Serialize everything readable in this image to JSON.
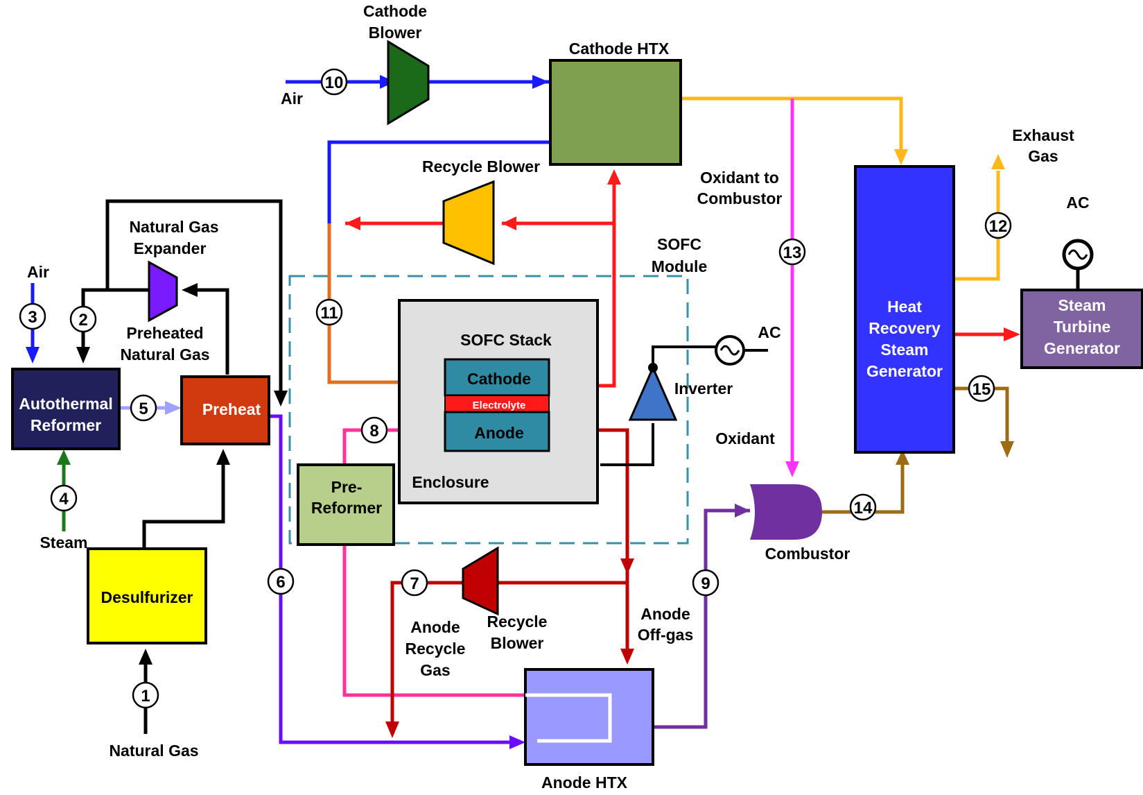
{
  "colors": {
    "blue": "#1a1aff",
    "red": "#ff1a1a",
    "orange": "#ffb81a",
    "magenta": "#ff33ff",
    "purple": "#6a0dff",
    "combustorPurple": "#7030a0",
    "brown": "#9c6b14",
    "darkRed": "#c00000",
    "pink": "#ff3399",
    "sofcOrange": "#e07020",
    "green": "#1a7a1a",
    "black": "#000000"
  },
  "labels": {
    "cathode_blower": [
      "Cathode",
      "Blower"
    ],
    "cathode_htx": "Cathode HTX",
    "air_top": "Air",
    "recycle_blower_top": "Recycle Blower",
    "oxidant_to_combustor": [
      "Oxidant to",
      "Combustor"
    ],
    "exhaust_gas": [
      "Exhaust",
      "Gas"
    ],
    "ac_top": "AC",
    "sofc_module": [
      "SOFC",
      "Module"
    ],
    "ng_expander": [
      "Natural Gas",
      "Expander"
    ],
    "air_left": "Air",
    "preheated_ng": [
      "Preheated",
      "Natural Gas"
    ],
    "autothermal": [
      "Autothermal",
      "Reformer"
    ],
    "preheat": "Preheat",
    "sofc_stack": "SOFC Stack",
    "cathode": "Cathode",
    "electrolyte": "Electrolyte",
    "anode": "Anode",
    "enclosure": "Enclosure",
    "pre_reformer": [
      "Pre-",
      "Reformer"
    ],
    "ac_inverter": "AC",
    "inverter": "Inverter",
    "oxidant": "Oxidant",
    "hrsg": [
      "Heat",
      "Recovery",
      "Steam",
      "Generator"
    ],
    "steam_turbine": [
      "Steam",
      "Turbine",
      "Generator"
    ],
    "steam": "Steam",
    "desulfurizer": "Desulfurizer",
    "natural_gas": "Natural Gas",
    "combustor": "Combustor",
    "anode_recycle_gas": [
      "Anode",
      "Recycle",
      "Gas"
    ],
    "recycle_blower_bottom": [
      "Recycle",
      "Blower"
    ],
    "anode_offgas": [
      "Anode",
      "Off-gas"
    ],
    "anode_htx": "Anode HTX"
  },
  "streams": [
    "1",
    "2",
    "3",
    "4",
    "5",
    "6",
    "7",
    "8",
    "9",
    "10",
    "11",
    "12",
    "13",
    "14",
    "15"
  ]
}
